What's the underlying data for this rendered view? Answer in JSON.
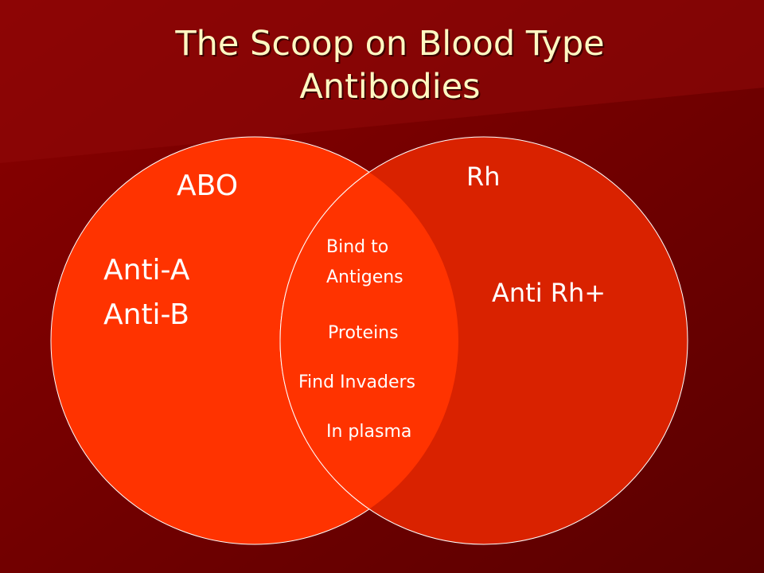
{
  "slide": {
    "title": "The Scoop on Blood Type Antibodies",
    "left_circle": {
      "label": "ABO",
      "items": [
        "Anti-A",
        "Anti-B"
      ],
      "color": "#ff3300"
    },
    "right_circle": {
      "label": "Rh",
      "items": [
        "Anti Rh+"
      ],
      "color": "#d92200"
    },
    "overlap": {
      "items": [
        "Bind to",
        "Antigens",
        "Proteins",
        "Find Invaders",
        "In plasma"
      ]
    },
    "colors": {
      "background": "#6e0000",
      "title": "#fff8c2",
      "text": "#ffffff",
      "outline": "#ffffff"
    }
  }
}
